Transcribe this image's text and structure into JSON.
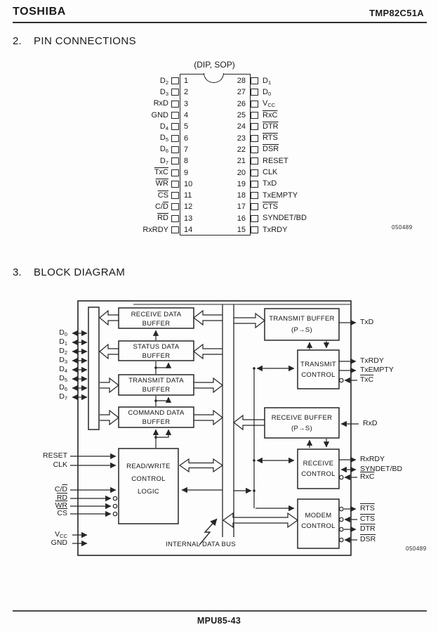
{
  "header": {
    "brand": "TOSHIBA",
    "part": "TMP82C51A"
  },
  "footer": {
    "page": "MPU85-43"
  },
  "sections": {
    "pin": {
      "num": "2.",
      "title": "PIN CONNECTIONS"
    },
    "block": {
      "num": "3.",
      "title": "BLOCK DIAGRAM"
    }
  },
  "pinout": {
    "package": "(DIP, SOP)",
    "code": "050489",
    "left": [
      {
        "num": "1",
        "main": "D",
        "sub": "2"
      },
      {
        "num": "2",
        "main": "D",
        "sub": "3"
      },
      {
        "num": "3",
        "main": "RxD"
      },
      {
        "num": "4",
        "main": "GND"
      },
      {
        "num": "5",
        "main": "D",
        "sub": "4"
      },
      {
        "num": "6",
        "main": "D",
        "sub": "5"
      },
      {
        "num": "7",
        "main": "D",
        "sub": "6"
      },
      {
        "num": "8",
        "main": "D",
        "sub": "7"
      },
      {
        "num": "9",
        "ov": "TxC"
      },
      {
        "num": "10",
        "ov": "WR"
      },
      {
        "num": "11",
        "ov": "CS"
      },
      {
        "num": "12",
        "pre": "C/",
        "ov": "D"
      },
      {
        "num": "13",
        "ov": "RD"
      },
      {
        "num": "14",
        "main": "RxRDY"
      }
    ],
    "right": [
      {
        "num": "28",
        "main": "D",
        "sub": "1"
      },
      {
        "num": "27",
        "main": "D",
        "sub": "0"
      },
      {
        "num": "26",
        "main": "V",
        "sub": "CC"
      },
      {
        "num": "25",
        "ov": "RxC"
      },
      {
        "num": "24",
        "ov": "DTR"
      },
      {
        "num": "23",
        "ov": "RTS"
      },
      {
        "num": "22",
        "ov": "DSR"
      },
      {
        "num": "21",
        "main": "RESET"
      },
      {
        "num": "20",
        "main": "CLK"
      },
      {
        "num": "19",
        "main": "TxD"
      },
      {
        "num": "18",
        "main": "TxEMPTY"
      },
      {
        "num": "17",
        "ov": "CTS"
      },
      {
        "num": "16",
        "main": "SYNDET/BD"
      },
      {
        "num": "15",
        "main": "TxRDY"
      }
    ]
  },
  "block": {
    "code": "050489",
    "bus_label": "INTERNAL DATA BUS",
    "blocks": {
      "receive_data": {
        "l1": "RECEIVE DATA",
        "l2": "BUFFER"
      },
      "status_data": {
        "l1": "STATUS DATA",
        "l2": "BUFFER"
      },
      "transmit_data": {
        "l1": "TRANSMIT DATA",
        "l2": "BUFFER"
      },
      "command_data": {
        "l1": "COMMAND DATA",
        "l2": "BUFFER"
      },
      "transmit_buffer": {
        "l1": "TRANSMIT BUFFER",
        "l2": "(P→S)"
      },
      "transmit_control": {
        "l1": "TRANSMIT",
        "l2": "CONTROL"
      },
      "receive_buffer": {
        "l1": "RECEIVE BUFFER",
        "l2": "(P→S)"
      },
      "receive_control": {
        "l1": "RECEIVE",
        "l2": "CONTROL"
      },
      "modem_control": {
        "l1": "MODEM",
        "l2": "CONTROL"
      },
      "rw_logic": {
        "l1": "READ/WRITE",
        "l2": "CONTROL",
        "l3": "LOGIC"
      }
    },
    "left_signals": [
      {
        "main": "D",
        "sub": "0"
      },
      {
        "main": "D",
        "sub": "1"
      },
      {
        "main": "D",
        "sub": "2"
      },
      {
        "main": "D",
        "sub": "3"
      },
      {
        "main": "D",
        "sub": "4"
      },
      {
        "main": "D",
        "sub": "5"
      },
      {
        "main": "D",
        "sub": "6"
      },
      {
        "main": "D",
        "sub": "7"
      },
      {
        "main": "RESET"
      },
      {
        "main": "CLK"
      },
      {
        "pre": "C/",
        "ov": "D"
      },
      {
        "ov": "RD"
      },
      {
        "ov": "WR"
      },
      {
        "ov": "CS"
      },
      {
        "main": "V",
        "sub": "CC"
      },
      {
        "main": "GND"
      }
    ],
    "right_signals": [
      {
        "main": "TxD"
      },
      {
        "main": "TxRDY"
      },
      {
        "main": "TxEMPTY"
      },
      {
        "ov": "TxC"
      },
      {
        "main": "RxD"
      },
      {
        "main": "RxRDY"
      },
      {
        "main": "SYNDET/BD"
      },
      {
        "ov": "RxC"
      },
      {
        "ov": "RTS"
      },
      {
        "ov": "CTS"
      },
      {
        "ov": "DTR"
      },
      {
        "ov": "DSR"
      }
    ]
  }
}
